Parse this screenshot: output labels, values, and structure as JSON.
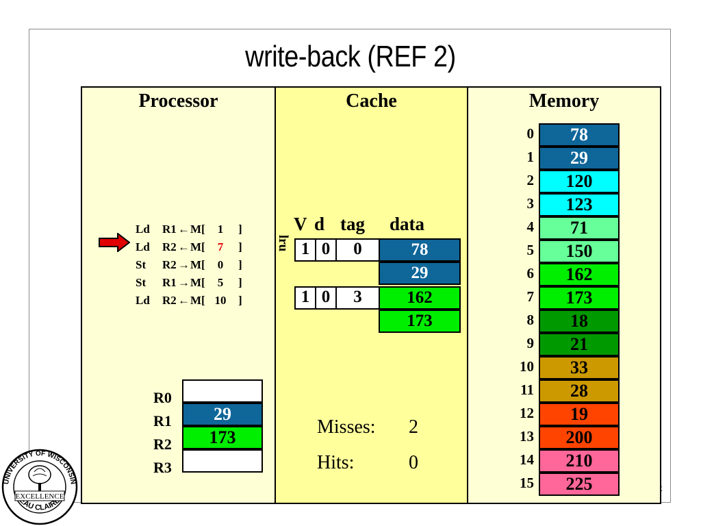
{
  "title": "write-back (REF 2)",
  "processor": {
    "heading": "Processor",
    "instructions": [
      {
        "op": "Ld",
        "reg": "R1",
        "arrow": "←",
        "mem": "M[",
        "addr": "1",
        "close": "]"
      },
      {
        "op": "Ld",
        "reg": "R2",
        "arrow": "←",
        "mem": "M[",
        "addr": "7",
        "close": "]"
      },
      {
        "op": "St",
        "reg": "R2",
        "arrow": "→",
        "mem": "M[",
        "addr": "0",
        "close": "]"
      },
      {
        "op": "St",
        "reg": "R1",
        "arrow": "→",
        "mem": "M[",
        "addr": "5",
        "close": "]"
      },
      {
        "op": "Ld",
        "reg": "R2",
        "arrow": "←",
        "mem": "M[",
        "addr": "10",
        "close": "]"
      }
    ],
    "current_instruction_index": 1,
    "registers": [
      {
        "name": "R0",
        "value": "",
        "color": "#ffffff"
      },
      {
        "name": "R1",
        "value": "29",
        "color": "#0f6699"
      },
      {
        "name": "R2",
        "value": "173",
        "color": "#00ee00"
      },
      {
        "name": "R3",
        "value": "",
        "color": "#ffffff"
      }
    ]
  },
  "cache": {
    "heading": "Cache",
    "col_v": "V",
    "col_d": "d",
    "col_tag": "tag",
    "col_data": "data",
    "lru_label": "lru",
    "lines": [
      {
        "v": "1",
        "d": "0",
        "tag": "0",
        "data": [
          "78",
          "29"
        ],
        "colors": [
          "#0f6699",
          "#0f6699"
        ]
      },
      {
        "v": "1",
        "d": "0",
        "tag": "3",
        "data": [
          "162",
          "173"
        ],
        "colors": [
          "#00ee00",
          "#00ee00"
        ]
      }
    ],
    "misses_label": "Misses:",
    "misses": "2",
    "hits_label": "Hits:",
    "hits": "0"
  },
  "memory": {
    "heading": "Memory",
    "cells": [
      {
        "addr": "0",
        "value": "78",
        "color": "#0f6699"
      },
      {
        "addr": "1",
        "value": "29",
        "color": "#0f6699"
      },
      {
        "addr": "2",
        "value": "120",
        "color": "#00ffff"
      },
      {
        "addr": "3",
        "value": "123",
        "color": "#00ffff"
      },
      {
        "addr": "4",
        "value": "71",
        "color": "#66ff99"
      },
      {
        "addr": "5",
        "value": "150",
        "color": "#66ff99"
      },
      {
        "addr": "6",
        "value": "162",
        "color": "#00ee00"
      },
      {
        "addr": "7",
        "value": "173",
        "color": "#00ee00"
      },
      {
        "addr": "8",
        "value": "18",
        "color": "#009900"
      },
      {
        "addr": "9",
        "value": "21",
        "color": "#009900"
      },
      {
        "addr": "10",
        "value": "33",
        "color": "#cc9900"
      },
      {
        "addr": "11",
        "value": "28",
        "color": "#cc9900"
      },
      {
        "addr": "12",
        "value": "19",
        "color": "#ff4400"
      },
      {
        "addr": "13",
        "value": "200",
        "color": "#ff4400"
      },
      {
        "addr": "14",
        "value": "210",
        "color": "#ff6699"
      },
      {
        "addr": "15",
        "value": "225",
        "color": "#ff6699"
      }
    ]
  },
  "colors": {
    "panel_light": "#ffffd6",
    "panel_cache": "#ffff9c",
    "highlight": "#e00000",
    "blue_text": "#ffffff"
  },
  "logo": {
    "top_text": "UNIVERSITY OF WISCONSIN",
    "middle_text": "EXCELLENCE",
    "bottom_text": "EAU CLAIRE"
  },
  "footer_fragment": "t"
}
